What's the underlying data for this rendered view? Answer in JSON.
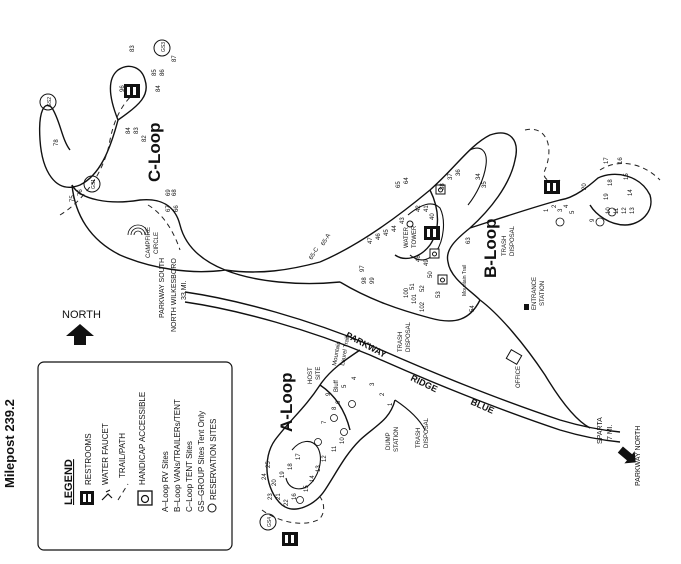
{
  "header": {
    "milepost": "Milepost 239.2"
  },
  "legend": {
    "title": "LEGEND",
    "items": {
      "restrooms": "RESTROOMS",
      "water_faucet": "WATER FAUCET",
      "trail": "TRAIL/PATH",
      "handicap": "HANDICAP ACCESSIBLE",
      "a_loop": "A–Loop RV Sites",
      "b_loop": "B–Loop VANs/TRAILERs/TENT",
      "c_loop": "C–Loop TENT Sites",
      "gs_group": "GS–GROUP Sites Tent Only",
      "reservation": "RESERVATION SITES"
    }
  },
  "north": {
    "label": "NORTH"
  },
  "loops": {
    "a": "A-Loop",
    "b": "B-Loop",
    "c": "C-Loop"
  },
  "roads": {
    "parkway_south": "PARKWAY SOUTH",
    "north_wilkesboro": "NORTH WILKESBORO",
    "wilkesboro_distance": "33 MI.",
    "parkway": "PARKWAY",
    "ridge": "RIDGE",
    "blue": "BLUE",
    "sparta": "SPARTA",
    "sparta_distance": "7 MI.",
    "parkway_north": "PARKWAY NORTH"
  },
  "facilities": {
    "campfire": "CAMPFIRE",
    "circle": "CIRCLE",
    "water": "WATER",
    "tower": "TOWER",
    "entrance": "ENTRANCE",
    "station": "STATION",
    "office": "OFFICE",
    "trash": "TRASH",
    "disposal": "DISPOSAL",
    "dump": "DUMP",
    "host": "HOST",
    "site": "SITE",
    "mountain": "Mountain",
    "laurel_trail": "Laurel Trail",
    "bluff": "Bluff",
    "mountain_trail": "Mountain Trail"
  },
  "site_numbers": {
    "c_loop": [
      "83",
      "GS3",
      "85",
      "86",
      "87",
      "84",
      "96",
      "84",
      "83",
      "82",
      "GS2",
      "78",
      "76",
      "75",
      "GS1",
      "69",
      "68",
      "67",
      "66"
    ],
    "b_loop": [
      "65",
      "64",
      "65-A",
      "65-C",
      "42",
      "43",
      "41",
      "44",
      "45",
      "46",
      "47",
      "40",
      "37",
      "36",
      "34",
      "35",
      "38",
      "48",
      "49",
      "50",
      "51",
      "52",
      "53",
      "54",
      "63",
      "97",
      "98",
      "99",
      "100",
      "101",
      "102"
    ],
    "b_east": [
      "17",
      "16",
      "15",
      "14",
      "18",
      "19",
      "13",
      "12",
      "11",
      "10",
      "20",
      "9",
      "5",
      "4",
      "3",
      "2",
      "1"
    ],
    "a_loop": [
      "9",
      "8",
      "7",
      "6",
      "5",
      "4",
      "3",
      "2",
      "1",
      "10",
      "11",
      "12",
      "13",
      "14",
      "15",
      "16",
      "17",
      "18",
      "19",
      "20",
      "21",
      "22",
      "23",
      "24",
      "25",
      "GS4"
    ]
  },
  "colors": {
    "ink": "#111111",
    "paper": "#ffffff"
  }
}
